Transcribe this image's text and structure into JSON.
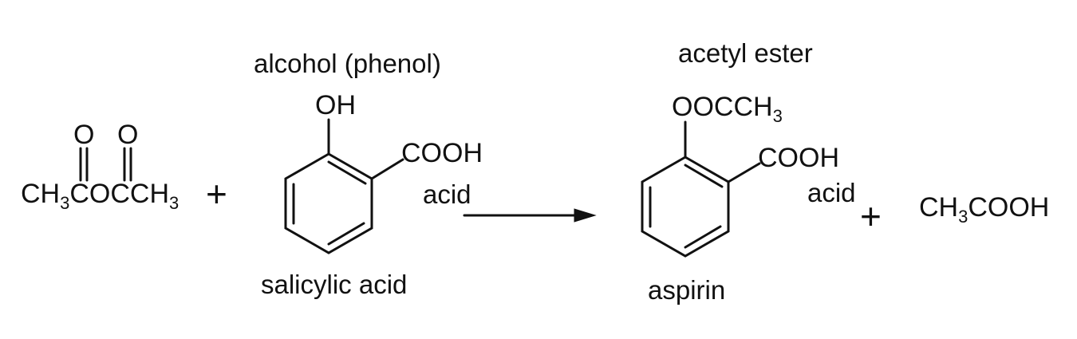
{
  "reactant1": {
    "oxygen_left": "O",
    "oxygen_right": "O",
    "ch3_a": "CH",
    "ch3_a_sub": "3",
    "middle": "COCCH",
    "ch3_b_sub": "3"
  },
  "plus": "+",
  "reactant2": {
    "group_label": "alcohol (phenol)",
    "oh": "OH",
    "cooh": "COOH",
    "acid_label": "acid",
    "name": "salicylic acid"
  },
  "product": {
    "group_label": "acetyl ester",
    "ester": "OOCCH",
    "ester_sub": "3",
    "cooh": "COOH",
    "acid_label": "acid",
    "name": "aspirin"
  },
  "byproduct": {
    "ch3": "CH",
    "ch3_sub": "3",
    "rest": "COOH"
  },
  "colors": {
    "ink": "#111111",
    "background": "#ffffff"
  }
}
